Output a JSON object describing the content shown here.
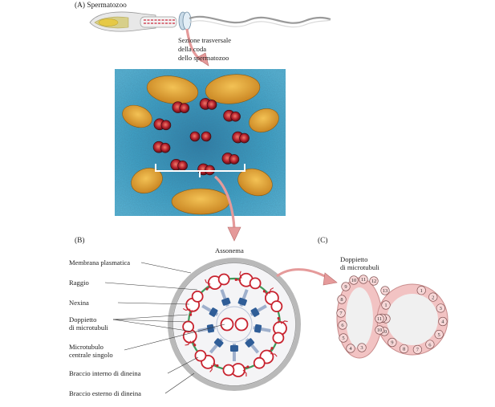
{
  "panel_a": {
    "label": "(A) Spermatozoo",
    "caption": [
      "Sezione trasversale",
      "della coda",
      "dello spermatozoo"
    ]
  },
  "panel_b": {
    "label": "(B)",
    "title": "Assonema",
    "labels": {
      "membrane": "Membrana plasmatica",
      "spoke": "Raggio",
      "nexin": "Nexina",
      "doublet": [
        "Doppietto",
        "di microtubuli"
      ],
      "singlet": [
        "Microtubulo",
        "centrale singolo"
      ],
      "inner_arm": "Braccio interno di dineina",
      "outer_arm": "Braccio esterno di dineina"
    }
  },
  "panel_c": {
    "label": "(C)",
    "title": [
      "Doppietto",
      "di microtubuli"
    ],
    "a_tubule_numbers": [
      "1",
      "2",
      "3",
      "4",
      "5",
      "6",
      "7",
      "8",
      "9",
      "10",
      "11",
      "12",
      "13"
    ],
    "b_tubule_numbers": [
      "1",
      "2",
      "3",
      "4",
      "5",
      "6",
      "7",
      "8",
      "9",
      "10",
      "11"
    ]
  },
  "colors": {
    "microtubule": "#c8222e",
    "nexin": "#3d9a5a",
    "dynein_blue": "#2f5d97",
    "membrane": "#b9b9b9",
    "em_background": "#3fa3c6",
    "em_fibers": "#e0a236",
    "pink_arrow": "#e59a9a",
    "subunit_fill": "#f2c3c3"
  }
}
